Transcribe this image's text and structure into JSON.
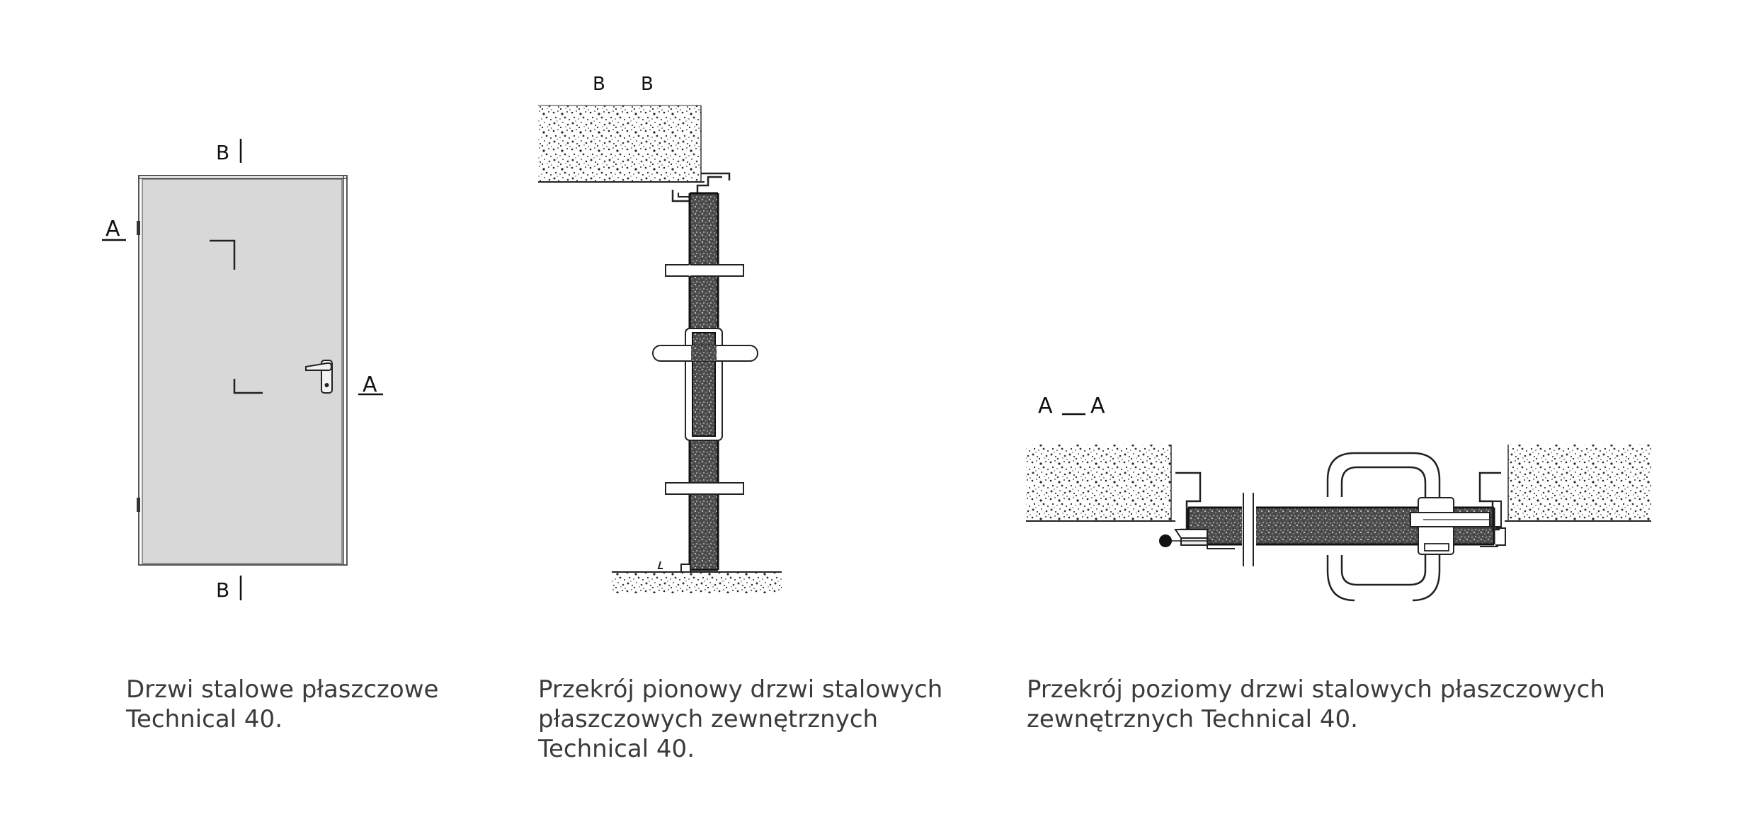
{
  "door": {
    "mark_b_top": "B",
    "mark_b_bottom": "B",
    "mark_a_left": "A",
    "mark_a_right": "A"
  },
  "vertical": {
    "mark_b1": "B",
    "mark_b2": "B"
  },
  "horizontal": {
    "mark_a1": "A",
    "mark_a2": "A"
  },
  "captions": {
    "door": [
      "Drzwi stalowe płaszczowe",
      "Technical 40."
    ],
    "vertical": [
      "Przekrój pionowy drzwi stalowych",
      "płaszczowych zewnętrznych",
      "Technical 40."
    ],
    "horizontal": [
      "Przekrój poziomy drzwi stalowych płaszczowych",
      "zewnętrznych Technical 40."
    ]
  }
}
